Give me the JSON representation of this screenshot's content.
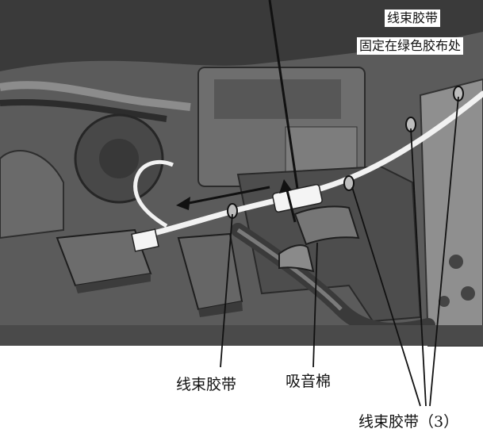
{
  "labels": {
    "top_harness_band": "线束胶带",
    "top_fix_note": "固定在绿色胶布处",
    "left_harness_band": "线束胶带",
    "sound_absorbing": "吸音棉",
    "right_harness_band": "线束胶带（3）"
  },
  "photo": {
    "description_colors": {
      "background": "#5f5f5f",
      "dark": "#2e2e2e",
      "light": "#9a9a9a",
      "wire": "#f4f4f4"
    }
  }
}
